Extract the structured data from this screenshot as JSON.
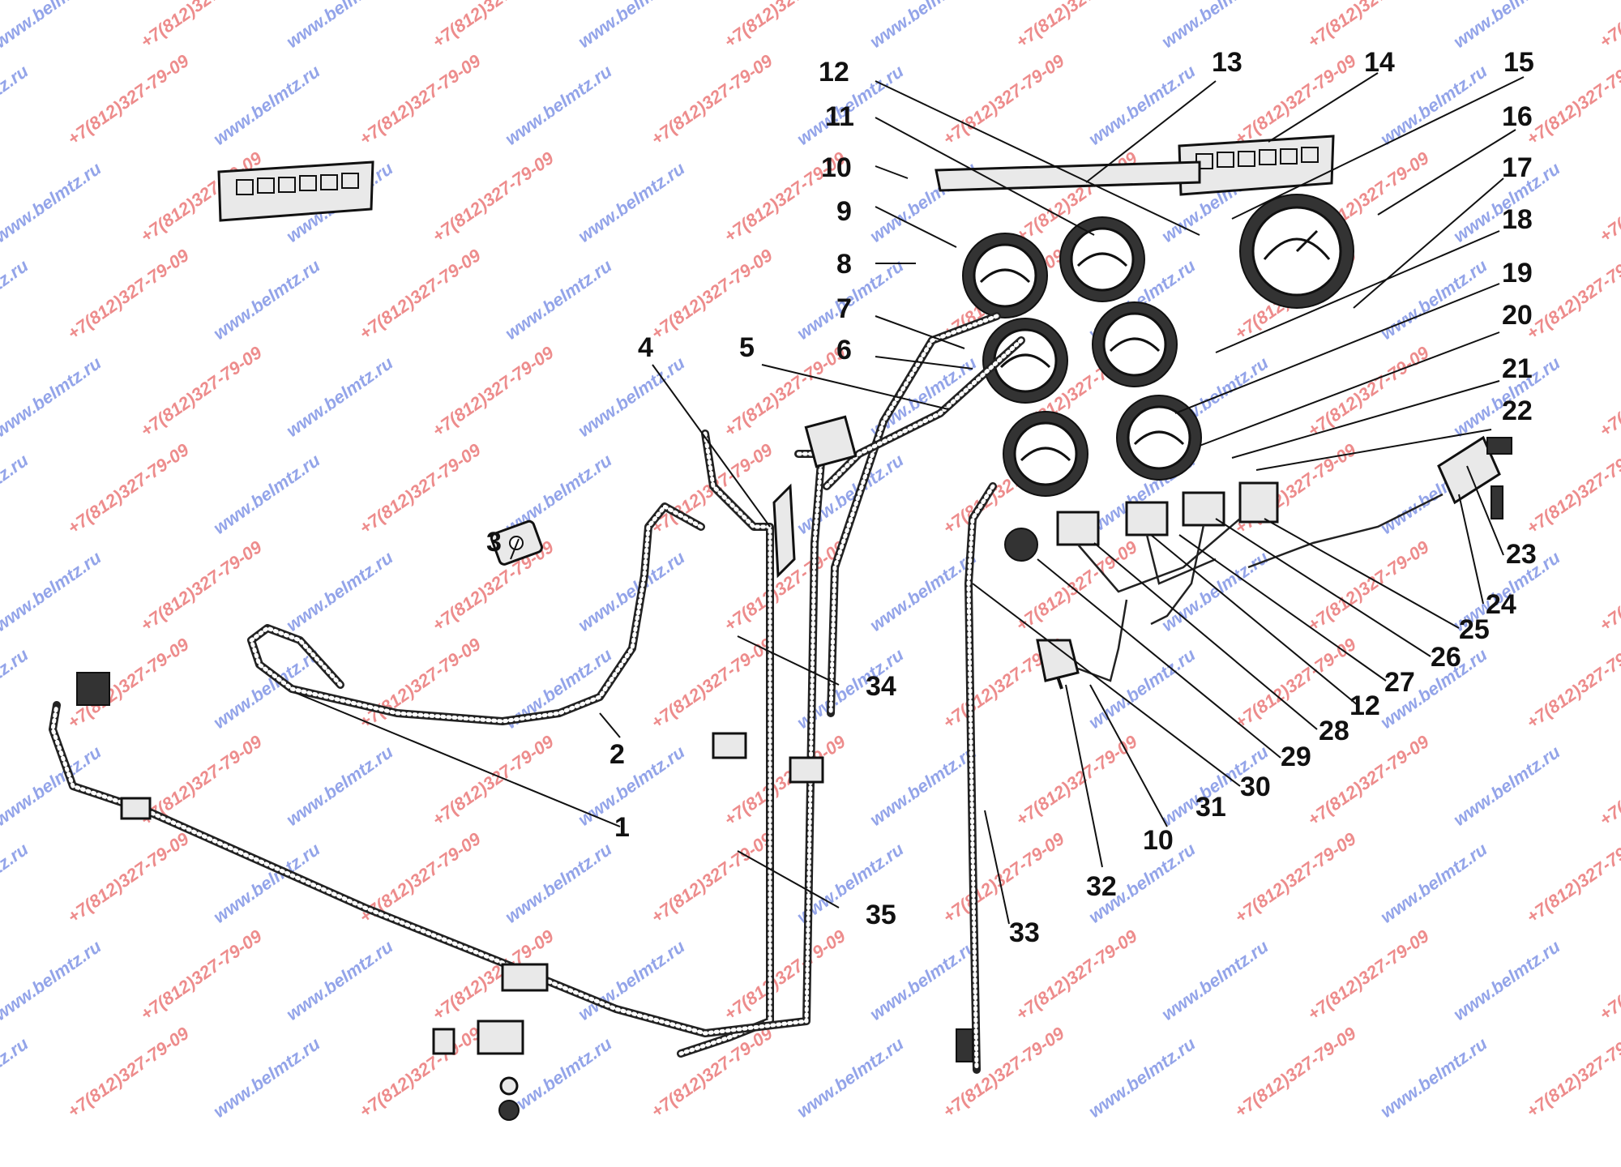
{
  "watermarks": {
    "site": "www.belmtz.ru",
    "phone": "+7(812)327-79-09",
    "site_color": "#3b5bd8",
    "phone_color": "#e03030"
  },
  "callouts": [
    "1",
    "2",
    "3",
    "4",
    "5",
    "6",
    "7",
    "8",
    "9",
    "10",
    "11",
    "12",
    "13",
    "14",
    "15",
    "16",
    "17",
    "18",
    "19",
    "20",
    "21",
    "22",
    "23",
    "24",
    "25",
    "26",
    "27",
    "28",
    "29",
    "30",
    "31",
    "32",
    "33",
    "34",
    "35"
  ],
  "callouts_extra": [
    "10",
    "12"
  ]
}
